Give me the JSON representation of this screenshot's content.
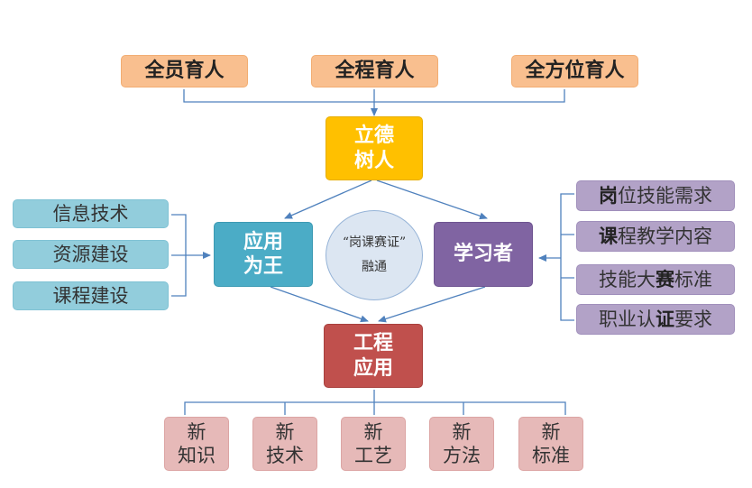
{
  "top": [
    "全员育人",
    "全程育人",
    "全方位育人"
  ],
  "center": {
    "top": [
      "立德",
      "树人"
    ],
    "left": [
      "应用",
      "为王"
    ],
    "right": "学习者",
    "bottom": [
      "工程",
      "应用"
    ],
    "circle": [
      "“岗课赛证”",
      "融通"
    ]
  },
  "left": [
    "信息技术",
    "资源建设",
    "课程建设"
  ],
  "right": [
    {
      "bold": "岗",
      "rest": "位技能需求"
    },
    {
      "bold": "课",
      "rest": "程教学内容"
    },
    {
      "pre": "技能大",
      "bold": "赛",
      "rest": "标准"
    },
    {
      "pre": "职业认",
      "bold": "证",
      "rest": "要求"
    }
  ],
  "bottom": [
    [
      "新",
      "知识"
    ],
    [
      "新",
      "技术"
    ],
    [
      "新",
      "工艺"
    ],
    [
      "新",
      "方法"
    ],
    [
      "新",
      "标准"
    ]
  ],
  "colors": {
    "top_fill": "#f9bf8f",
    "left_fill": "#92cddc",
    "right_fill": "#b2a2c7",
    "bottom_fill": "#e6b9b8",
    "lide_fill": "#ffc000",
    "yingyong_fill": "#4bacc6",
    "xuexizhe_fill": "#8064a2",
    "gongcheng_fill": "#c0504d",
    "circle_fill": "#dce6f2",
    "connector": "#4f81bd"
  }
}
